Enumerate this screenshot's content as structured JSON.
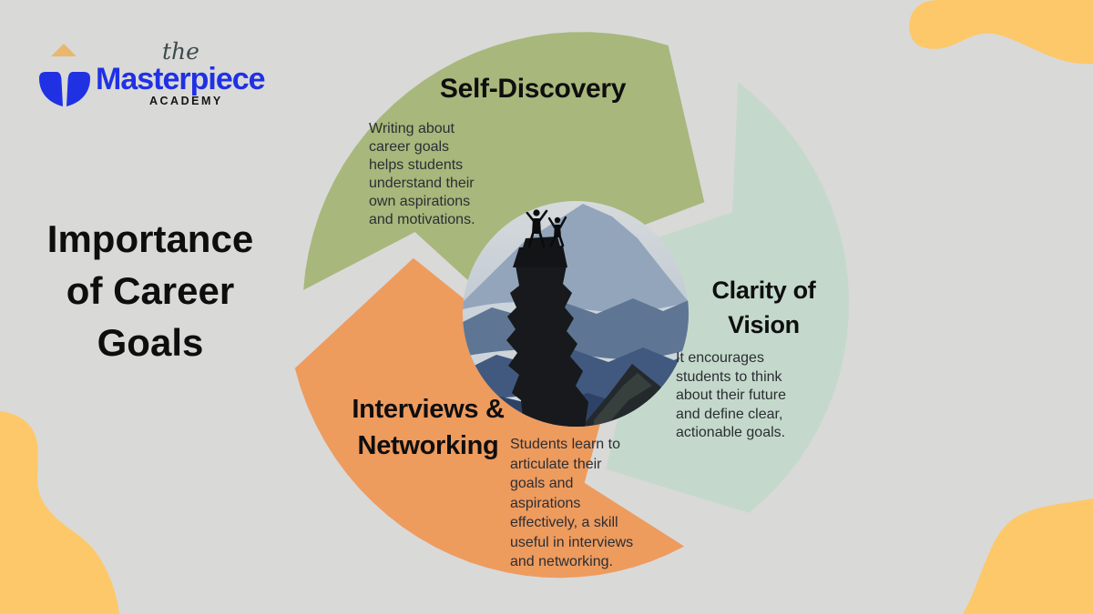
{
  "logo": {
    "pre_title": "the",
    "title": "Masterpiece",
    "subtitle": "ACADEMY"
  },
  "main_title": "Importance\nof Career\nGoals",
  "center_image": "summit-climbers-photo",
  "segments": [
    {
      "id": "self-discovery",
      "title": "Self-Discovery",
      "body": "Writing about\ncareer goals\nhelps students\nunderstand their\nown aspirations\nand motivations.",
      "color": "#a8b77b"
    },
    {
      "id": "clarity-of-vision",
      "title": "Clarity of\nVision",
      "body": "It encourages\nstudents to think\nabout their future\nand define clear,\nactionable goals.",
      "color": "#c4d9cb"
    },
    {
      "id": "interviews-networking",
      "title": "Interviews &\nNetworking",
      "body": "Students learn to\narticulate their\ngoals and\naspirations\neffectively, a skill\nuseful in interviews\nand networking.",
      "color": "#ee9b5e"
    }
  ],
  "colors": {
    "background": "#d9d9d8",
    "accent_yellow": "#fdc869",
    "logo_blue": "#2031e4",
    "logo_triangle": "#e9b76d",
    "title_text": "#0e0e0f",
    "body_text": "#2b2e34"
  }
}
